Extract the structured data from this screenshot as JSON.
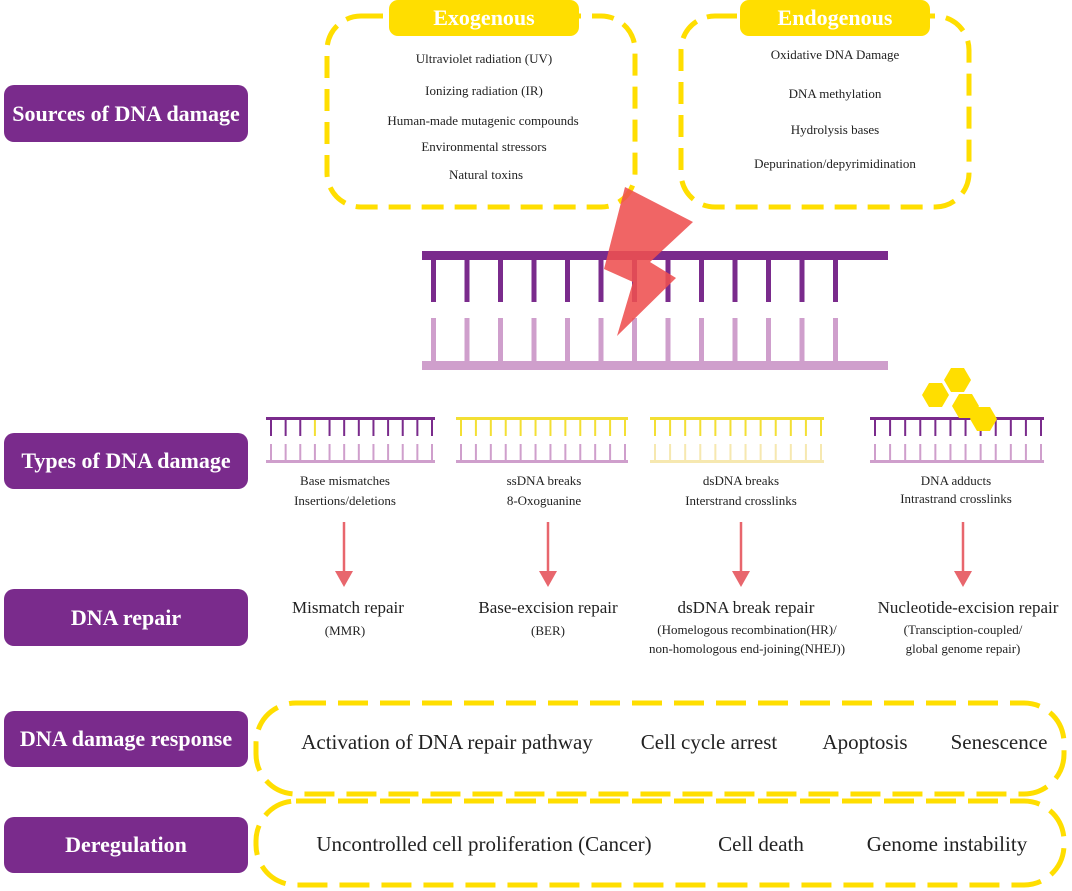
{
  "row_labels": {
    "sources": "Sources of DNA damage",
    "types": "Types of DNA damage",
    "repair": "DNA repair",
    "response": "DNA damage response",
    "deregulation": "Deregulation"
  },
  "sources": {
    "exogenous": {
      "title": "Exogenous",
      "items": [
        "Ultraviolet radiation (UV)",
        "Ionizing radiation (IR)",
        "Human-made mutagenic compounds",
        "Environmental stressors",
        "Natural toxins"
      ]
    },
    "endogenous": {
      "title": "Endogenous",
      "items": [
        "Oxidative DNA Damage",
        "DNA methylation",
        "Hydrolysis bases",
        "Depurination/depyrimidination"
      ]
    }
  },
  "damage_types": [
    {
      "line1": "Base mismatches",
      "line2": "Insertions/deletions"
    },
    {
      "line1": "ssDNA breaks",
      "line2": "8-Oxoguanine"
    },
    {
      "line1": "dsDNA breaks",
      "line2": "Interstrand crosslinks"
    },
    {
      "line1": "DNA adducts",
      "line2": "Intrastrand crosslinks"
    }
  ],
  "repairs": [
    {
      "name": "Mismatch repair",
      "detail1": "(MMR)",
      "detail2": ""
    },
    {
      "name": "Base-excision repair",
      "detail1": "(BER)",
      "detail2": ""
    },
    {
      "name": "dsDNA break repair",
      "detail1": "(Homelogous recombination(HR)/",
      "detail2": "non-homologous end-joining(NHEJ))"
    },
    {
      "name": "Nucleotide-excision repair",
      "detail1": "(Transciption-coupled/",
      "detail2": "global genome repair)"
    }
  ],
  "responses": [
    "Activation of DNA repair pathway",
    "Cell cycle arrest",
    "Apoptosis",
    "Senescence"
  ],
  "deregulation": [
    "Uncontrolled cell proliferation (Cancer)",
    "Cell death",
    "Genome instability"
  ],
  "colors": {
    "label_purple": "#7a2b8c",
    "strand_dark": "#7a2b8c",
    "strand_light": "#cf9fcc",
    "dash_yellow": "#ffde00",
    "ss_yellow": "#f3df34",
    "ds_pale": "#f6e8b0",
    "arrow_red": "#e8666d",
    "bolt_red": "#ee5050"
  }
}
